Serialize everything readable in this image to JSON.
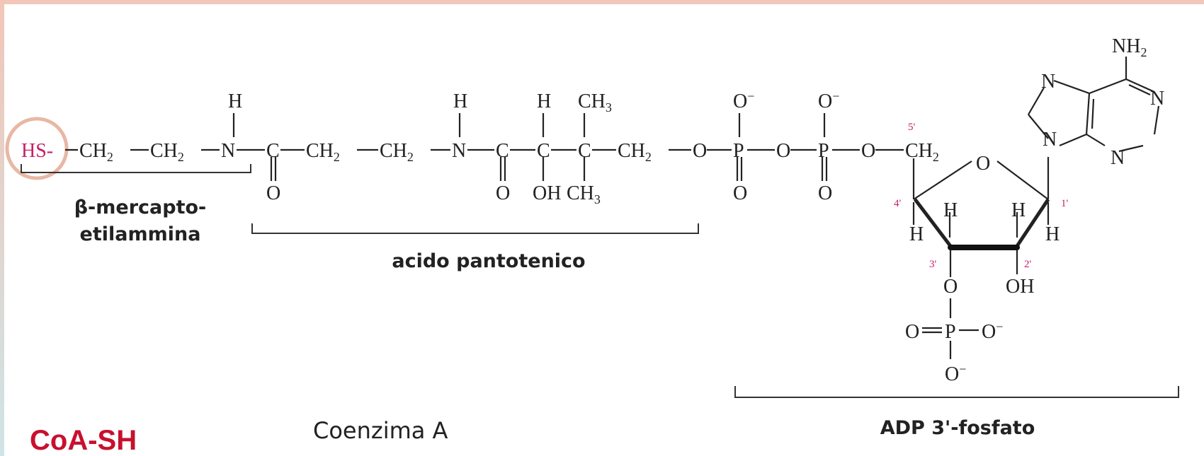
{
  "colors": {
    "border_top": "#f2c6b8",
    "border_left": "#cfe4e6",
    "highlight": "#c41f6b",
    "circle": "#e8b8a5",
    "title": "#c8102e"
  },
  "atoms": {
    "hs": "HS-",
    "ch2": "CH",
    "two": "2",
    "n": "N",
    "h": "H",
    "c": "C",
    "o": "O",
    "oh": "OH",
    "ch3": "CH",
    "three": "3",
    "p": "P",
    "o_minus": "O",
    "minus": "−",
    "nh2": "NH",
    "nh2_sub": "2"
  },
  "positions": {
    "p5": "5'",
    "p4": "4'",
    "p3": "3'",
    "p2": "2'",
    "p1": "1'"
  },
  "labels": {
    "beta_line1": "β-mercapto-",
    "beta_line2": "etilammina",
    "pantothenic": "acido pantotenico",
    "adp": "ADP 3'-fosfato",
    "coenzyme": "Coenzima A",
    "title": "CoA-SH"
  }
}
